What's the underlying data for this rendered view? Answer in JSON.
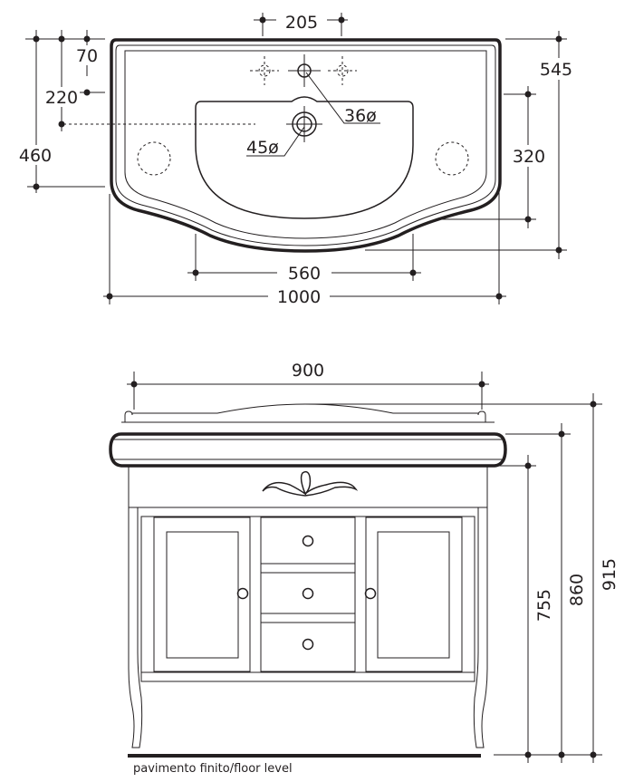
{
  "top_view": {
    "dimensions": {
      "tap_spacing": "205",
      "tap_offset": "70",
      "drain_offset": "220",
      "depth_side": "460",
      "depth_total": "545",
      "bowl_depth": "320",
      "bowl_width": "560",
      "total_width": "1000",
      "tap_hole": "36ø",
      "drain_hole": "45ø"
    }
  },
  "front_view": {
    "dimensions": {
      "cabinet_width": "900",
      "cabinet_height": "755",
      "rim_height": "860",
      "total_height": "915"
    },
    "floor_label": "pavimento finito/floor level"
  },
  "colors": {
    "ink": "#231f20"
  }
}
